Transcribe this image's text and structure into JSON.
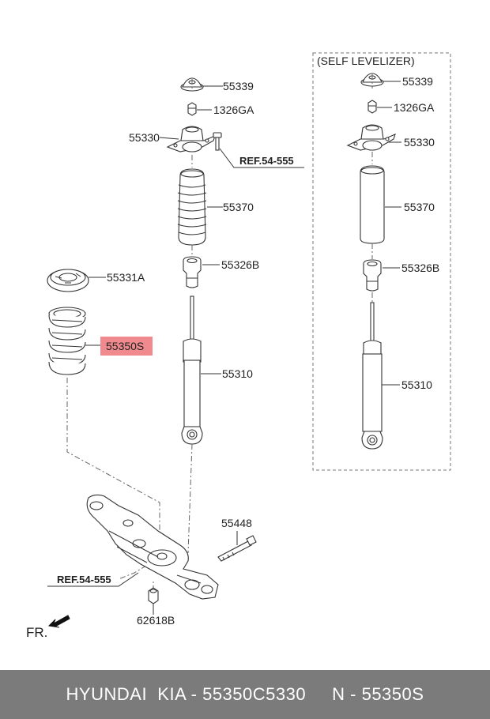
{
  "diagram": {
    "group_label": "(SELF LEVELIZER)",
    "direction_label": "FR.",
    "left_labels": {
      "insulator_cap": "55339",
      "nut": "1326GA",
      "mount": "55330",
      "ref_top": "REF.54-555",
      "dust_cover": "55370",
      "bumper": "55326B",
      "spring_pad": "55331A",
      "spring": "55350S",
      "shock": "55310",
      "bolt": "55448",
      "ref_bottom": "REF.54-555",
      "lower_nut": "62618B"
    },
    "right_labels": {
      "insulator_cap": "55339",
      "nut": "1326GA",
      "mount": "55330",
      "dust_cover": "55370",
      "bumper": "55326B",
      "shock": "55310"
    },
    "highlight_color": "#f08a8e"
  },
  "footer": {
    "text": "HYUNDAI  KIA - 55350C5330     N - 55350S"
  }
}
